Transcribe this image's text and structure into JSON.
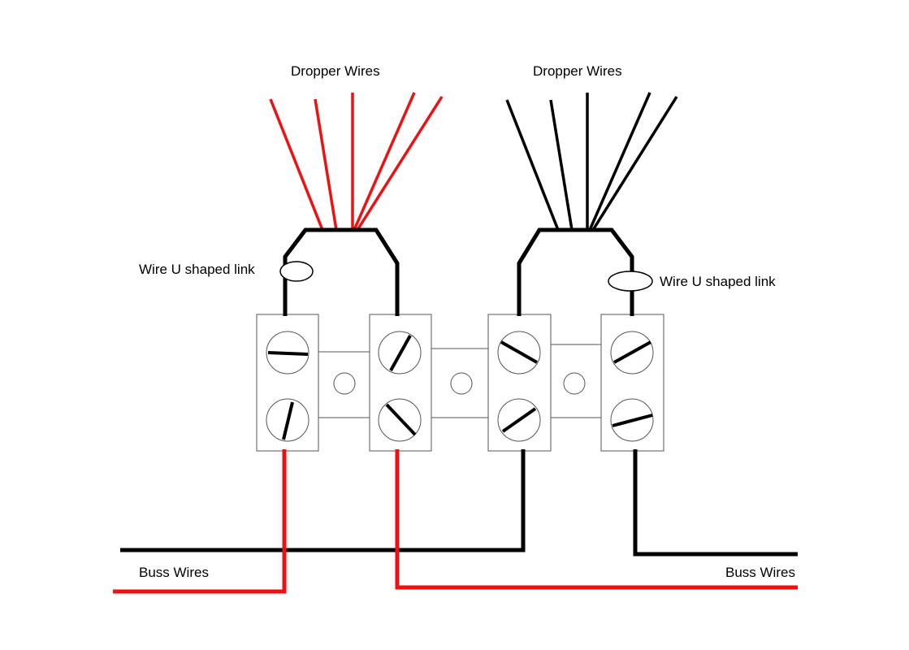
{
  "labels": {
    "dropper_left": "Dropper Wires",
    "dropper_right": "Dropper Wires",
    "link_left": "Wire U shaped link",
    "link_right": "Wire U shaped link",
    "buss_left": "Buss Wires",
    "buss_right": "Buss Wires"
  },
  "colors": {
    "red_wire": "#ee1111",
    "black_wire": "#000000",
    "outline": "#555555",
    "background": "#ffffff"
  },
  "terminal_block": {
    "terminals": 4,
    "screws_per_terminal": 2,
    "mounting_holes": 3
  }
}
